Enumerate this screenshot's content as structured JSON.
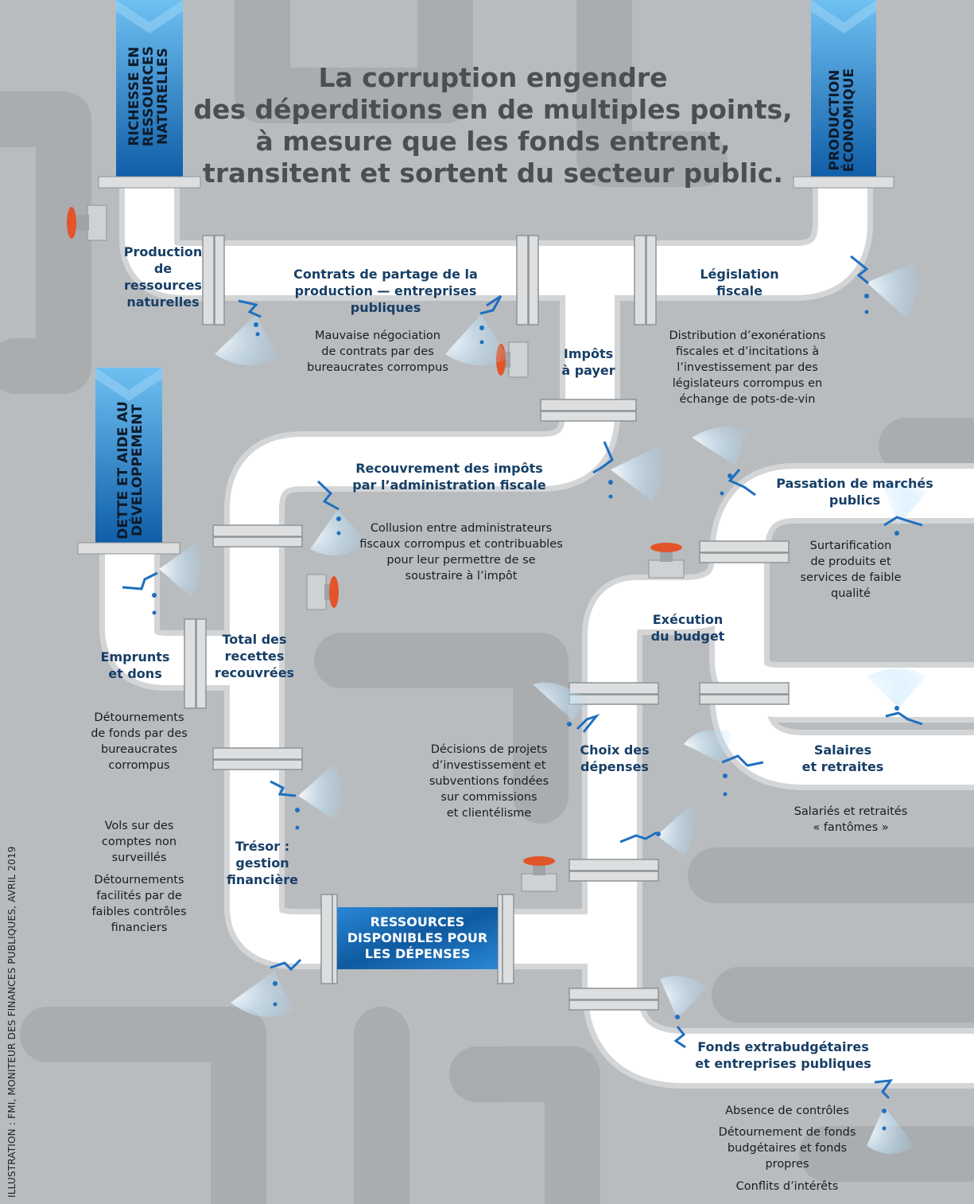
{
  "title": {
    "lines": [
      "La corruption engendre",
      "des déperditions en de multiples points,",
      "à mesure que les fonds entrent,",
      "transitent et sortent du secteur public."
    ]
  },
  "sources": {
    "natural_resources": [
      "RICHESSE EN",
      "RESSOURCES",
      "NATURELLES"
    ],
    "economic_production": [
      "PRODUCTION",
      "ÉCONOMIQUE"
    ],
    "debt_aid": [
      "DETTE ET AIDE AU",
      "DÉVELOPPEMENT"
    ]
  },
  "central_box": [
    "RESSOURCES",
    "DISPONIBLES POUR",
    "LES DÉPENSES"
  ],
  "stages": {
    "production_ressources": [
      "Production",
      "de ressources",
      "naturelles"
    ],
    "contrats_partage": [
      "Contrats de partage de la",
      "production — entreprises publiques"
    ],
    "legislation_fiscale": [
      "Législation",
      "fiscale"
    ],
    "impots_payer": [
      "Impôts",
      "à payer"
    ],
    "recouvrement": [
      "Recouvrement des impôts",
      "par l’administration fiscale"
    ],
    "passation_marches": [
      "Passation de marchés",
      "publics"
    ],
    "execution_budget": [
      "Exécution",
      "du budget"
    ],
    "emprunts_dons": [
      "Emprunts",
      "et dons"
    ],
    "total_recettes": [
      "Total des",
      "recettes",
      "recouvrées"
    ],
    "choix_depenses": [
      "Choix des",
      "dépenses"
    ],
    "salaires_retraites": [
      "Salaires",
      "et retraites"
    ],
    "tresor": [
      "Trésor :",
      "gestion",
      "financière"
    ],
    "fonds_extrabudgetaires": [
      "Fonds extrabudgétaires",
      "et entreprises publiques"
    ]
  },
  "notes": {
    "mauvaise_negociation": [
      "Mauvaise négociation",
      "de contrats par des",
      "bureaucrates corrompus"
    ],
    "distribution_exonerations": [
      "Distribution d’exonérations",
      "fiscales et d’incitations à",
      "l’investissement par des",
      "législateurs corrompus en",
      "échange de pots-de-vin"
    ],
    "collusion": [
      "Collusion entre administrateurs",
      "fiscaux corrompus et contribuables",
      "pour leur permettre de se",
      "soustraire à l’impôt"
    ],
    "surtarification": [
      "Surtarification",
      "de produits et",
      "services de faible",
      "qualité"
    ],
    "detournements_fonds": [
      "Détournements",
      "de fonds par des",
      "bureaucrates",
      "corrompus"
    ],
    "decisions_projets": [
      "Décisions de projets",
      "d’investissement et",
      "subventions fondées",
      "sur commissions",
      "et clientélisme"
    ],
    "salaries_fantomes": [
      "Salariés et retraités",
      "« fantômes »"
    ],
    "vols_comptes": [
      "Vols sur des",
      "comptes non",
      "surveillés"
    ],
    "detournements_facilites": [
      "Détournements",
      "facilités par de",
      "faibles contrôles",
      "financiers"
    ],
    "absence_controles": [
      "Absence de contrôles"
    ],
    "detournement_budgetaires": [
      "Détournement de fonds",
      "budgétaires et fonds",
      "propres"
    ],
    "conflits_interets": [
      "Conflits d’intérêts"
    ]
  },
  "credit": "ILLUSTRATION : FMI, MONITEUR DES FINANCES PUBLIQUES, AVRIL 2019",
  "colors": {
    "background": "#b9bcbf",
    "pipe": "#ffffff",
    "label": "#173f66",
    "leak": "#1f6fbf",
    "valve_handle": "#e2552a",
    "source_blue": "#1779c9"
  }
}
